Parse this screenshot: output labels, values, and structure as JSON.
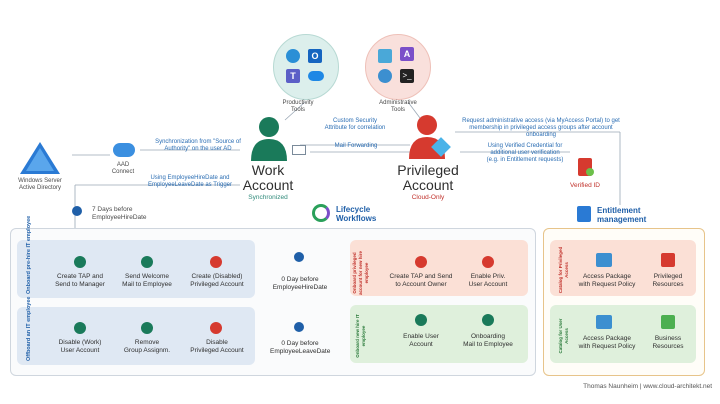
{
  "productivity": {
    "label_line1": "Productivity",
    "label_line2": "Tools"
  },
  "administrative": {
    "label_line1": "Administrative",
    "label_line2": "Tools"
  },
  "work_account": {
    "line1": "Work",
    "line2": "Account",
    "sub": "Synchronized"
  },
  "privileged_account": {
    "line1": "Privileged",
    "line2": "Account",
    "sub": "Cloud-Only"
  },
  "windows_server_ad": {
    "line1": "Windows Server",
    "line2": "Active Directory"
  },
  "aad_connect": {
    "line1": "AAD",
    "line2": "Connect"
  },
  "sync_text": {
    "line1": "Synchronization from \"Source of",
    "line2": "Authority\" on the user AD"
  },
  "employee_hire_trigger": {
    "line1": "Using EmployeeHireDate and",
    "line2": "EmployeeLeaveDate as Trigger"
  },
  "custom_security": {
    "line1": "Custom Security",
    "line2": "Attribute for correlation"
  },
  "mail_forwarding": "Mail Forwarding",
  "request_admin": {
    "line1": "Request administrative access (via MyAccess Portal) to get",
    "line2": "membership in privileged access groups after account onboarding"
  },
  "verified_credential": {
    "line1": "Using Verified Credential for",
    "line2": "additional user verification",
    "line3": "(e.g. in Entitlement requests)"
  },
  "verified_id": "Verified ID",
  "entitlement": {
    "line1": "Entitlement",
    "line2": "management"
  },
  "lifecycle": {
    "line1": "Lifecycle",
    "line2": "Workflows"
  },
  "seven_days": {
    "line1": "7 Days before",
    "line2": "EmployeeHireDate"
  },
  "zero_hire": {
    "line1": "0 Day before",
    "line2": "EmployeeHireDate"
  },
  "zero_leave": {
    "line1": "0 Day before",
    "line2": "EmployeeLeaveDate"
  },
  "onboard_pre": {
    "label": "Onboard pre-hire IT employee",
    "nodes": [
      {
        "l1": "Create TAP and",
        "l2": "Send to Manager"
      },
      {
        "l1": "Send Welcome",
        "l2": "Mail to Employee"
      },
      {
        "l1": "Create (Disabled)",
        "l2": "Privileged Account"
      }
    ]
  },
  "offboard": {
    "label": "Offboard an IT employee",
    "nodes": [
      {
        "l1": "Disable (Work)",
        "l2": "User Account"
      },
      {
        "l1": "Remove",
        "l2": "Group Assignm."
      },
      {
        "l1": "Disable",
        "l2": "Privileged Account"
      }
    ]
  },
  "onboard_priv": {
    "label": "Onboard privileged account for new hire employee",
    "nodes": [
      {
        "l1": "Create TAP and Send",
        "l2": "to Account Owner"
      },
      {
        "l1": "Enable Priv.",
        "l2": "User Account"
      }
    ]
  },
  "onboard_new": {
    "label": "Onboard new hire IT employee",
    "nodes": [
      {
        "l1": "Enable User",
        "l2": "Account"
      },
      {
        "l1": "Onboarding",
        "l2": "Mail to Employee"
      }
    ]
  },
  "catalog_priv": {
    "label": "Catalog for Privileged Access",
    "items": [
      {
        "l1": "Access Package",
        "l2": "with Request Policy"
      },
      {
        "l1": "Privileged",
        "l2": "Resources"
      }
    ]
  },
  "catalog_user": {
    "label": "Catalog for User Access",
    "items": [
      {
        "l1": "Access Package",
        "l2": "with Request Policy"
      },
      {
        "l1": "Business",
        "l2": "Resources"
      }
    ]
  },
  "credit": "Thomas Naunheim | www.cloud-architekt.net",
  "colors": {
    "green": "#1a7a5a",
    "red": "#d63a2f",
    "blue_panel": "#dfe8f3",
    "red_panel": "#fbe0d6",
    "green_panel": "#dff0dc",
    "teal_circle": "#dcefec",
    "pink_circle": "#f9e0dc"
  }
}
